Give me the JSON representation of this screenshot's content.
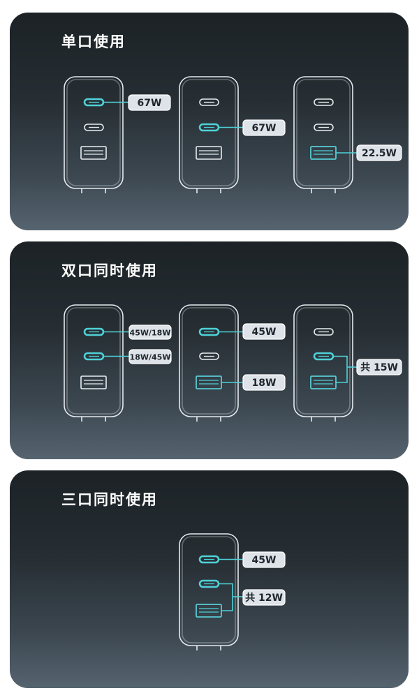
{
  "sections": [
    {
      "title": "单口使用",
      "chargers": [
        {
          "ports": [
            "on",
            "off",
            "off"
          ],
          "labels": [
            {
              "text": "67W",
              "port": 0
            }
          ]
        },
        {
          "ports": [
            "off",
            "on",
            "off"
          ],
          "labels": [
            {
              "text": "67W",
              "port": 1
            }
          ]
        },
        {
          "ports": [
            "off",
            "off",
            "on"
          ],
          "labels": [
            {
              "text": "22.5W",
              "port": 2
            }
          ]
        }
      ]
    },
    {
      "title": "双口同时使用",
      "chargers": [
        {
          "ports": [
            "on",
            "on",
            "off"
          ],
          "labels": [
            {
              "text": "45W/18W",
              "port": 0
            },
            {
              "text": "18W/45W",
              "port": 1
            }
          ]
        },
        {
          "ports": [
            "on",
            "off",
            "on"
          ],
          "labels": [
            {
              "text": "45W",
              "port": 0
            },
            {
              "text": "18W",
              "port": 2
            }
          ]
        },
        {
          "ports": [
            "off",
            "on",
            "on"
          ],
          "labels": [
            {
              "text": "共 15W",
              "port": "1+2"
            }
          ]
        }
      ]
    },
    {
      "title": "三口同时使用",
      "chargers": [
        {
          "ports": [
            "on",
            "on",
            "on"
          ],
          "labels": [
            {
              "text": "45W",
              "port": 0
            },
            {
              "text": "共 12W",
              "port": "1+2"
            }
          ]
        }
      ]
    }
  ],
  "colors": {
    "accent": "#4fd1d8",
    "badge": "#dde3e8",
    "outline": "#e4eaee"
  }
}
